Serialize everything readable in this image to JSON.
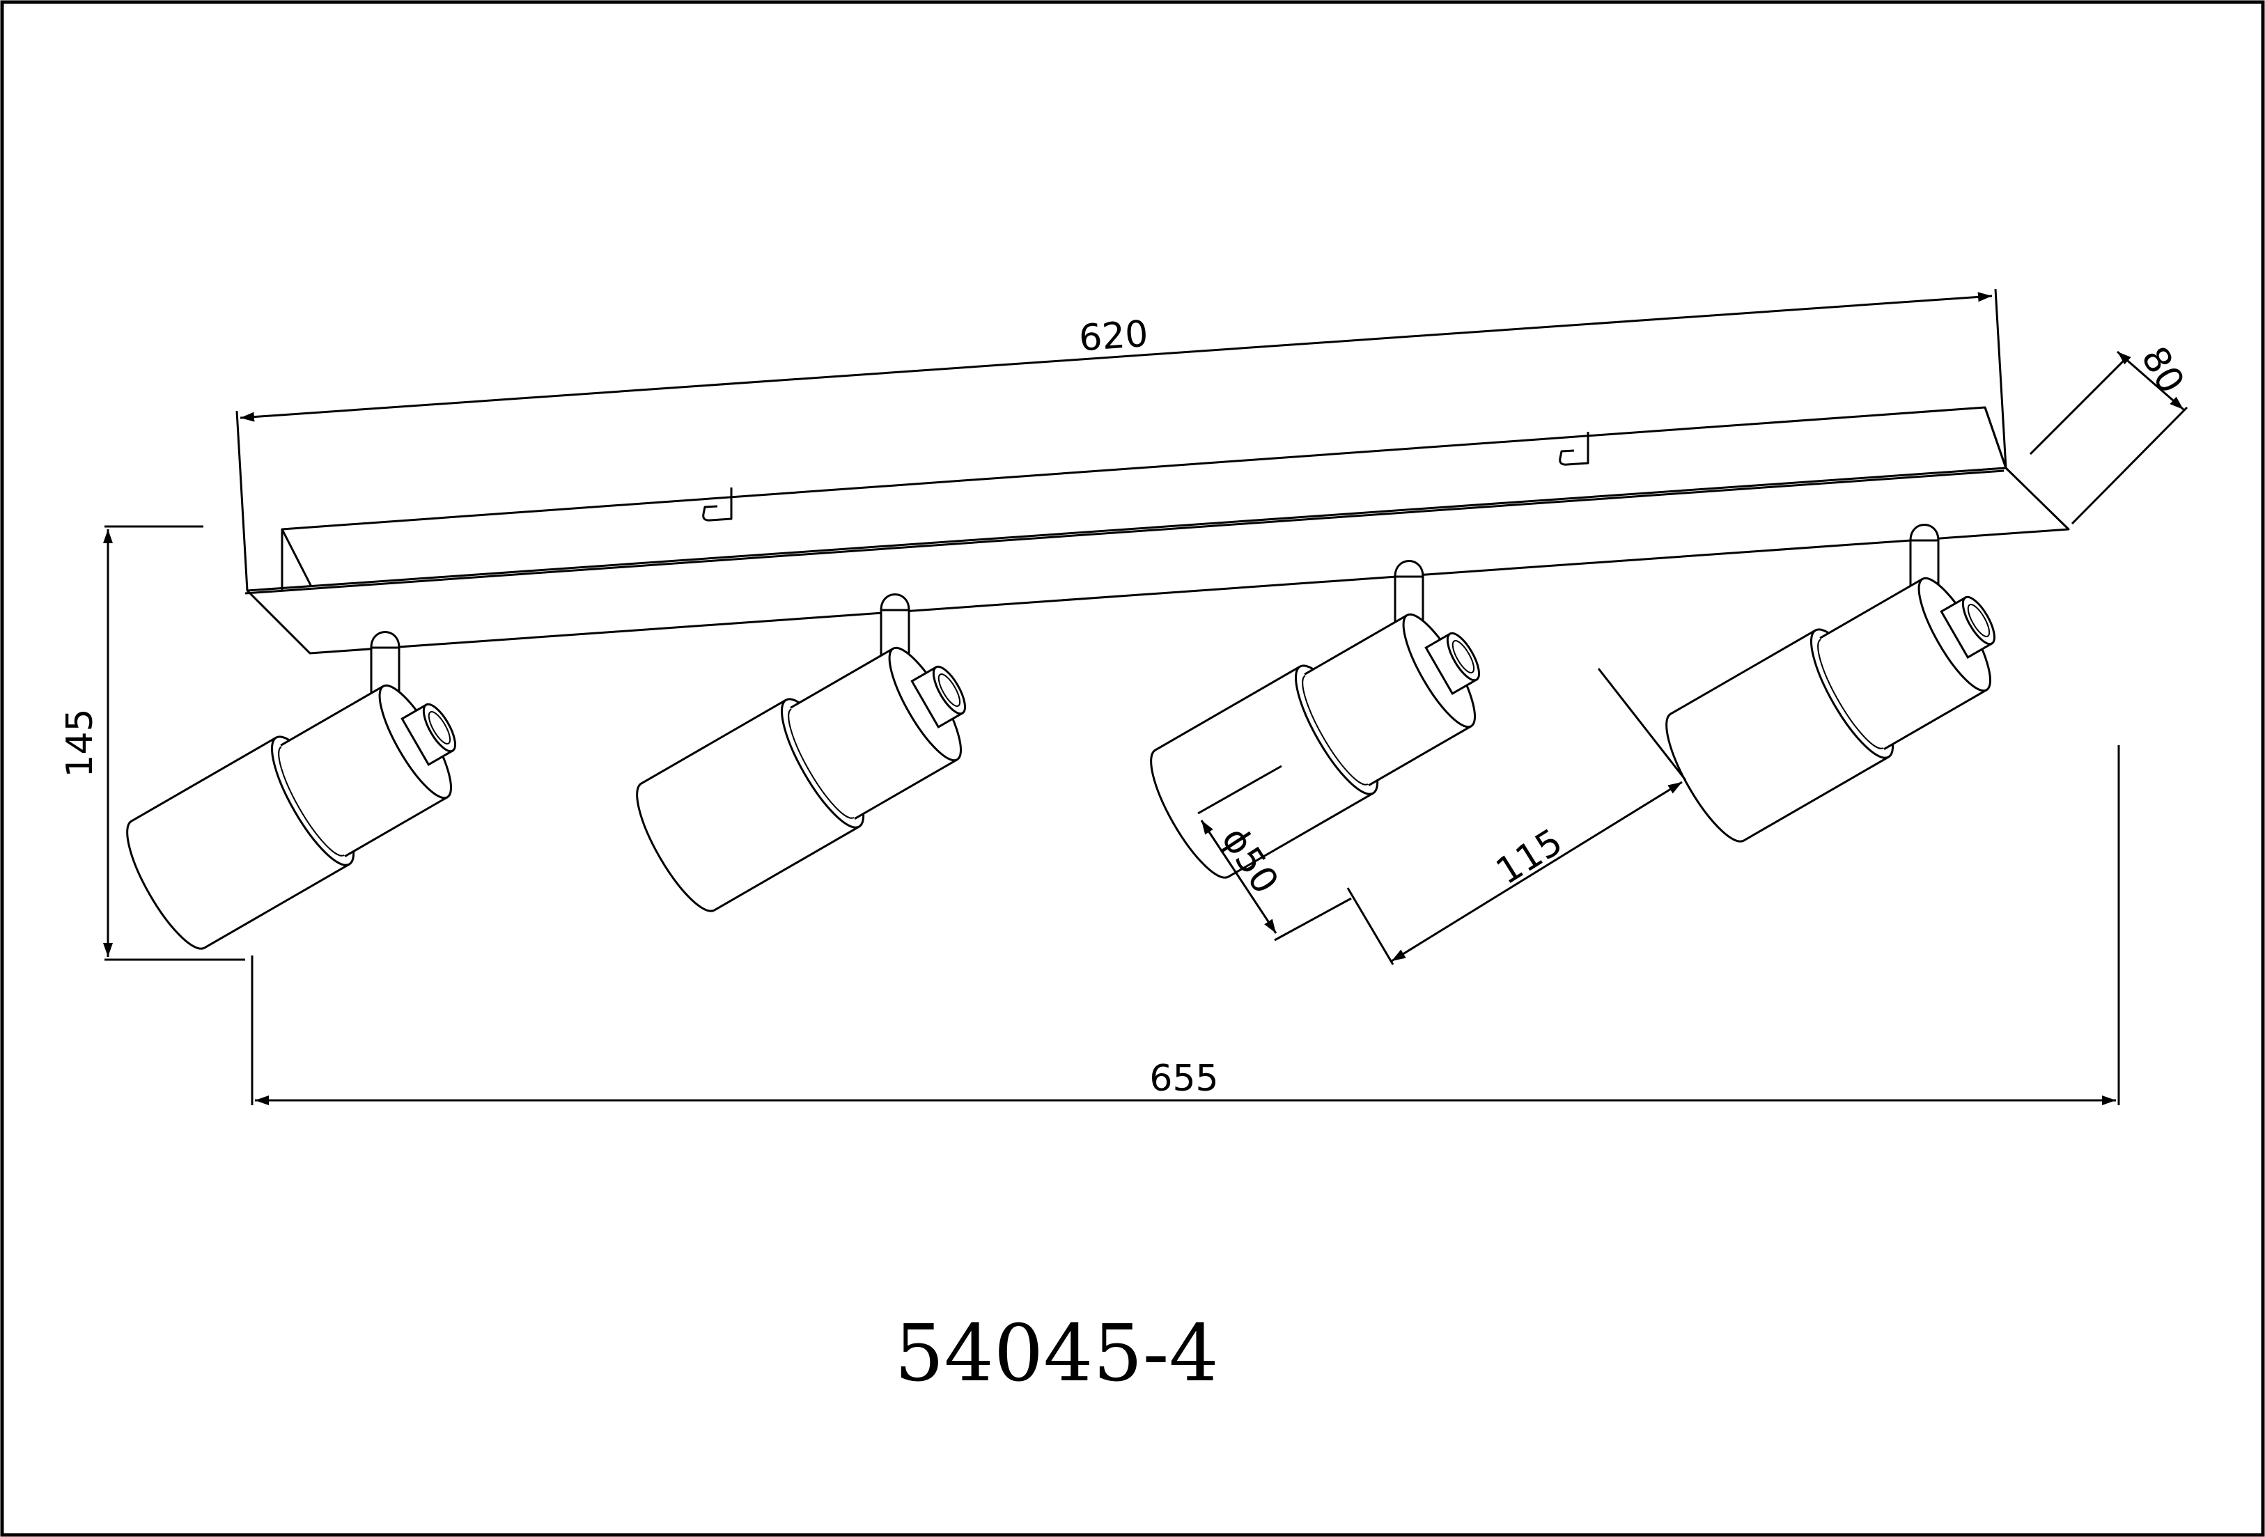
{
  "drawing": {
    "model_number": "54045-4",
    "dimensions": {
      "base_length": "620",
      "base_width": "80",
      "height": "145",
      "overall_width": "655",
      "shade_diameter": "ϕ50",
      "shade_length": "115"
    },
    "spot_count": 4,
    "line_color": "#000000",
    "background_color": "#ffffff"
  }
}
